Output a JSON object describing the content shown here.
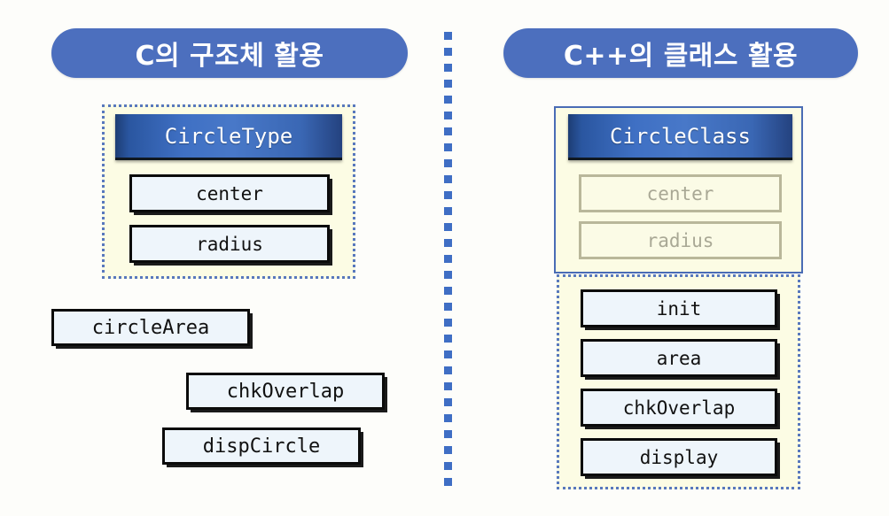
{
  "page": {
    "background_color": "#fdfdfa",
    "accent_color": "#4c6fbe",
    "panel_fill_color": "#fcfce4",
    "box_fill_color": "#eef5fb",
    "faded_text_color": "#a9a895"
  },
  "divider": {
    "name": "vertical-dotted-divider",
    "style": "dotted",
    "color": "#3f6ec4"
  },
  "left": {
    "title": "C의 구조체 활용",
    "struct": {
      "type_name": "CircleType",
      "border_style": "dotted",
      "members": [
        {
          "label": "center",
          "faded": false
        },
        {
          "label": "radius",
          "faded": false
        }
      ]
    },
    "functions": [
      {
        "label": "circleArea"
      },
      {
        "label": "chkOverlap"
      },
      {
        "label": "dispCircle"
      }
    ]
  },
  "right": {
    "title": "C++의 클래스 활용",
    "class": {
      "type_name": "CircleClass",
      "border_style": "solid",
      "members": [
        {
          "label": "center",
          "faded": true
        },
        {
          "label": "radius",
          "faded": true
        }
      ],
      "methods_border_style": "dotted",
      "methods": [
        {
          "label": "init"
        },
        {
          "label": "area"
        },
        {
          "label": "chkOverlap"
        },
        {
          "label": "display"
        }
      ]
    }
  }
}
